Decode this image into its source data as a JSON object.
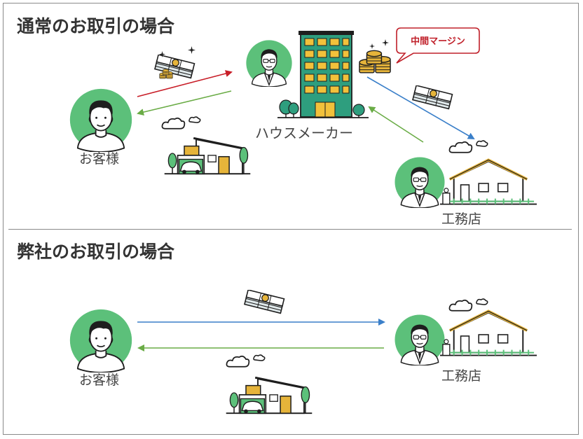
{
  "sections": {
    "normal": {
      "title": "通常のお取引の場合",
      "customer_label": "お客様",
      "maker_label": "ハウスメーカー",
      "contractor_label": "工務店",
      "margin_callout": "中間マージン"
    },
    "ours": {
      "title": "弊社のお取引の場合",
      "customer_label": "お客様",
      "contractor_label": "工務店"
    }
  },
  "colors": {
    "person_circle": "#5cc07a",
    "arrow_red": "#c81e28",
    "arrow_green": "#6aac46",
    "arrow_blue": "#3a7fc9",
    "building": "#2e9e7e",
    "window": "#f2c13b",
    "money": "#dfe8ea",
    "coin": "#e6b43a",
    "callout_border": "#c0202a"
  },
  "icons": {
    "person": "person-icon",
    "money": "money-stack-icon",
    "coins": "coin-stack-icon",
    "house": "house-icon",
    "building": "apartment-building-icon",
    "cloud": "cloud-icon"
  }
}
